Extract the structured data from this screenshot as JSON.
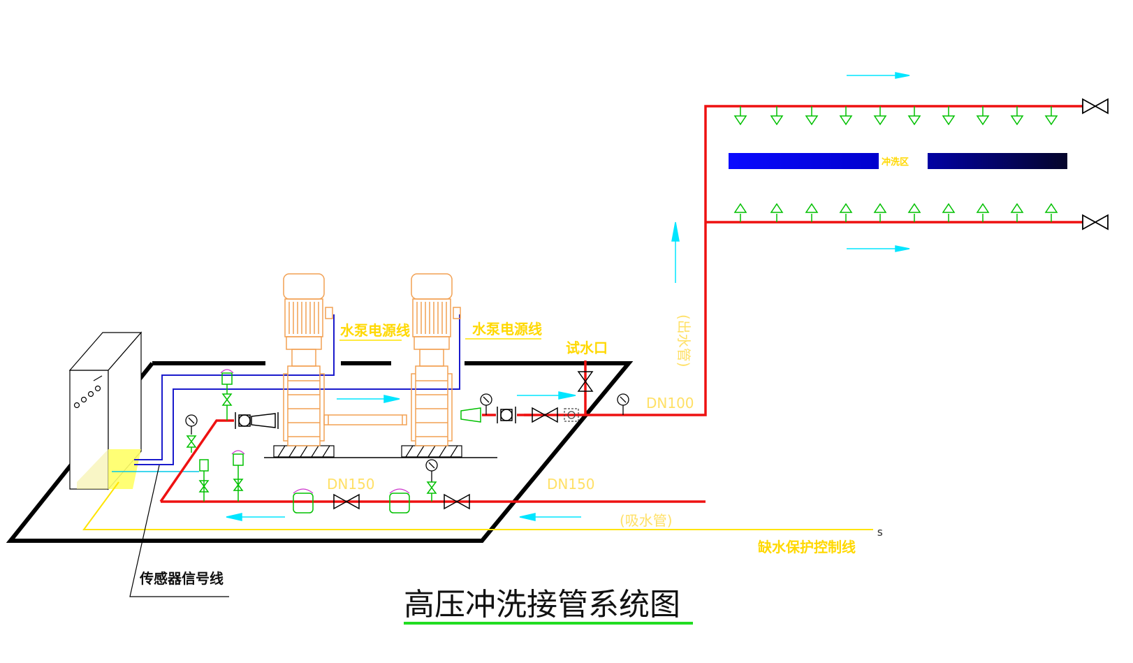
{
  "title": "高压冲洗接管系统图",
  "labels": {
    "pump_power_line_1": "水泵电源线",
    "pump_power_line_2": "水泵电源线",
    "test_outlet": "试水口",
    "outlet_pipe": "(出水管)",
    "dn100": "DN100",
    "dn150_left": "DN150",
    "dn150_right": "DN150",
    "suction_pipe": "(吸水管)",
    "water_shortage_line": "缺水保护控制线",
    "sensor_signal_line": "传感器信号线",
    "bar_label": "冲洗区"
  },
  "colors": {
    "main_pipe": "#ee1111",
    "flow_arrow": "#00e5ff",
    "signal_line": "#1a1acc",
    "control_line": "#ffe400",
    "valve": "#00c000",
    "pump": "#f2a052",
    "frame": "#000000",
    "title_underline": "#22dd22"
  }
}
